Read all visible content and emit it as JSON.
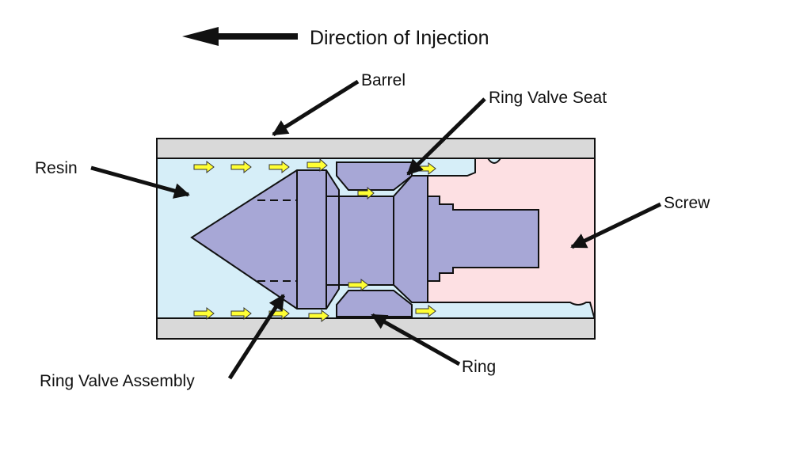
{
  "diagram": {
    "title": "Direction of Injection",
    "labels": {
      "barrel": "Barrel",
      "ring_valve_seat": "Ring Valve Seat",
      "resin": "Resin",
      "screw": "Screw",
      "ring_valve_assembly": "Ring Valve Assembly",
      "ring": "Ring"
    },
    "colors": {
      "barrel": "#d9d9d9",
      "resin": "#d6eef8",
      "valve": "#a7a7d6",
      "screw": "#fde0e3",
      "flow_arrow": "#ffff33",
      "outline": "#111111"
    }
  }
}
